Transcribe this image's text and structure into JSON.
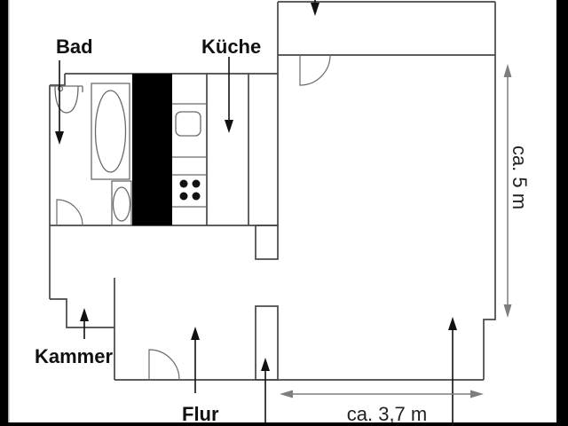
{
  "floorplan": {
    "title": "apartment-floor-plan",
    "rooms": {
      "bad": "Bad",
      "kueche": "Küche",
      "kammer": "Kammer",
      "flur": "Flur"
    },
    "dimensions": {
      "vertical": "ca. 5 m",
      "horizontal": "ca. 3,7 m"
    },
    "arrows": {
      "bad": "arrow-down",
      "kueche": "arrow-down",
      "balcony": "arrow-down-cropped-label",
      "kammer": "arrow-up",
      "flur": "arrow-up",
      "entrance": "arrow-up-cropped-label",
      "main_room": "arrow-up-cropped-label",
      "dimension_vertical": "double-arrow-vertical",
      "dimension_horizontal": "double-arrow-horizontal"
    },
    "colors": {
      "background": "#ffffff",
      "frame_bars": "#000000",
      "walls": "#474747",
      "fixtures": "#6a6a6a",
      "labels": "#111111",
      "dimension_lines": "#7e7e7e",
      "dimension_text": "#222222",
      "shaft_fill": "#000000"
    }
  }
}
